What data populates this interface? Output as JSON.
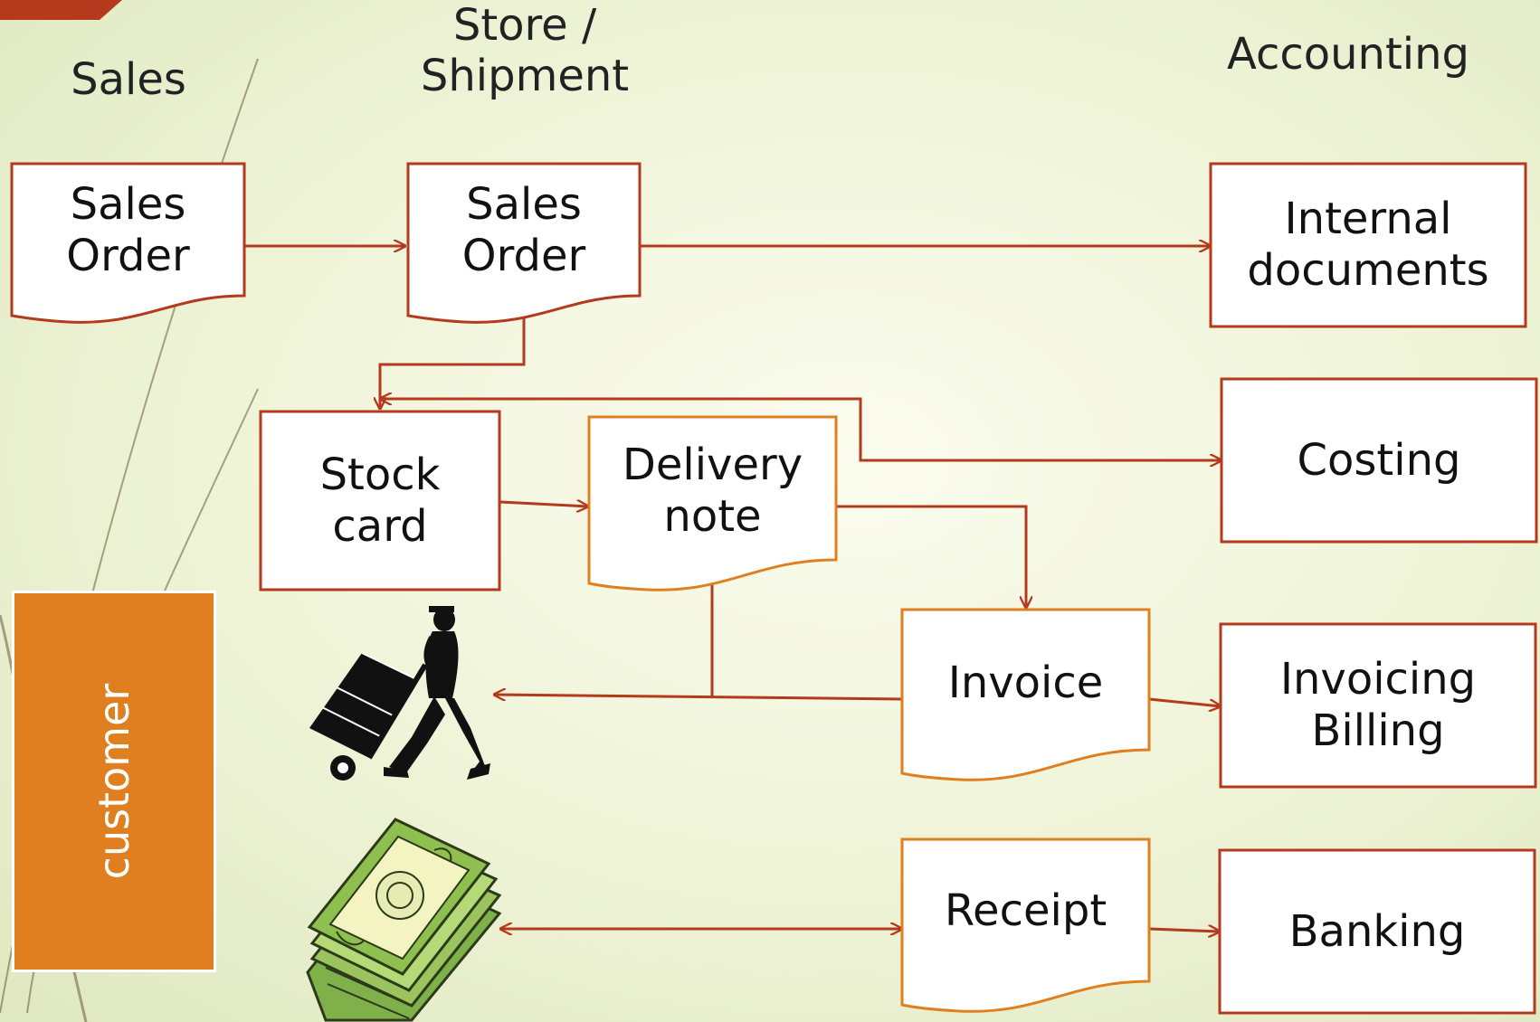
{
  "columns": {
    "sales": "Sales",
    "store": "Store /\nShipment",
    "accounting": "Accounting"
  },
  "nodes": {
    "sales_order_1": "Sales\nOrder",
    "sales_order_2": "Sales\nOrder",
    "internal_documents": "Internal\ndocuments",
    "stock_card": "Stock\ncard",
    "delivery_note": "Delivery\nnote",
    "costing": "Costing",
    "invoice": "Invoice",
    "invoicing_billing": "Invoicing\nBilling",
    "receipt": "Receipt",
    "banking": "Banking"
  },
  "customer": "customer",
  "colors": {
    "arrow": "#b5391c",
    "document_border": "#b5391c",
    "accent_border": "#e07f1f",
    "customer_fill": "#e07f1f"
  },
  "icons": [
    "delivery-worker-with-hand-truck-icon",
    "money-stack-icon"
  ]
}
